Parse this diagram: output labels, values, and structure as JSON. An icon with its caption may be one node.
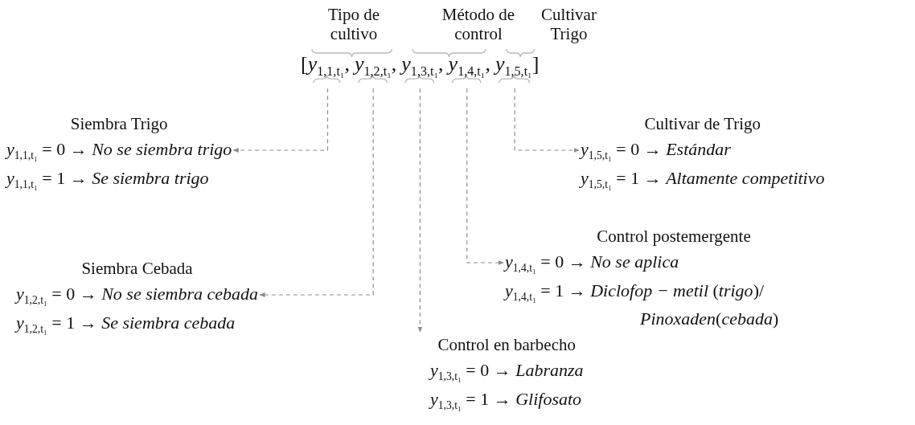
{
  "diagram": {
    "nodes": [
      {
        "text": [
          "[*y*$_{1,1,t₁}$,"
        ]
      },
      {
        "text": [
          "*y*$_{1,2,t₁}$,"
        ]
      },
      {
        "text": [
          "*y*$_{1,3,t₁}$,"
        ]
      },
      {
        "text": [
          "*y*$_{1,4,t₁}$,"
        ]
      },
      {
        "text": [
          "*y*$_{1,5,t₁}$]"
        ]
      },
      {
        "text": [
          "Siembra Trigo",
          "*y*$_{1,1,t₁}$ = 0 → *No se siembra trigo*",
          "*y*$_{1,1,t₁}$ = 1 → *Se siembra trigo*"
        ]
      },
      {
        "text": [
          "Siembra Cebada",
          "*y*$_{1,2,t₁}$ = 0 → *No se siembra cebada*",
          "*y*$_{1,2,t₁}$ = 1 → *Se siembra cebada*"
        ]
      },
      {
        "text": [
          "Control en barbecho",
          "*y*$_{1,3,t₁}$ = 0 → *Labranza*",
          "*y*$_{1,3,t₁}$ = 1 → *Glifosato*"
        ]
      },
      {
        "text": [
          "Control postemergente",
          "*y*$_{1,4,t₁}$ = 0 → *No se aplica*",
          "*y*$_{1,4,t₁}$ = 1 → *Diclofop − metil* (*trigo*)/ *Pinoxaden*(*cebada*)"
        ]
      },
      {
        "text": [
          "Cultivar de Trigo",
          "*y*$_{1,5,t₁}$ = 0 → *Estándar*",
          "*y*$_{1,5,t₁}$ = 1 → *Altamente competitivo*"
        ]
      }
    ],
    "edges": [
      {
        "from": 0,
        "to": 5,
        "arrow": "to",
        "style": "dashed"
      },
      {
        "from": 1,
        "to": 6,
        "arrow": "to",
        "style": "dashed"
      },
      {
        "from": 2,
        "to": 7,
        "arrow": "to",
        "style": "dashed"
      },
      {
        "from": 3,
        "to": 8,
        "arrow": "to",
        "style": "dashed"
      },
      {
        "from": 4,
        "to": 9,
        "arrow": "to",
        "style": "dashed"
      }
    ],
    "labels": [
      "Tipo de cultivo",
      "Método de control",
      "Cultivar Trigo"
    ]
  }
}
